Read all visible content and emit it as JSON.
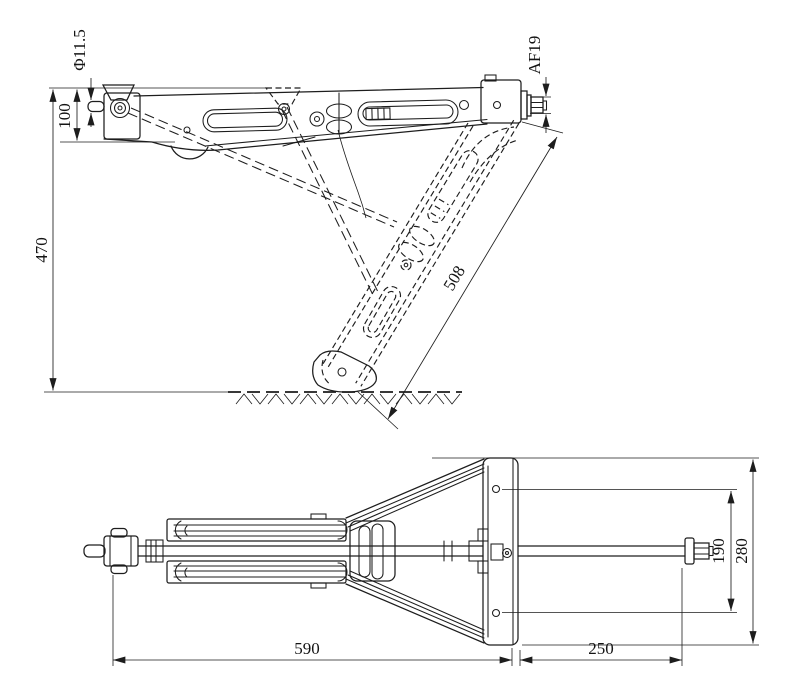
{
  "drawing": {
    "type": "technical-drawing",
    "colors": {
      "line": "#1d1d1d",
      "background": "#ffffff"
    },
    "side_view": {
      "dim_overall_height": "470",
      "dim_crank_height": "100",
      "dim_pin_diameter": "Φ11.5",
      "dim_hex_drive": "AF19",
      "dim_leg_length": "508"
    },
    "bottom_view": {
      "dim_body_length": "590",
      "dim_shaft_extension": "250",
      "dim_hole_spacing": "190",
      "dim_plate_height": "280"
    }
  }
}
